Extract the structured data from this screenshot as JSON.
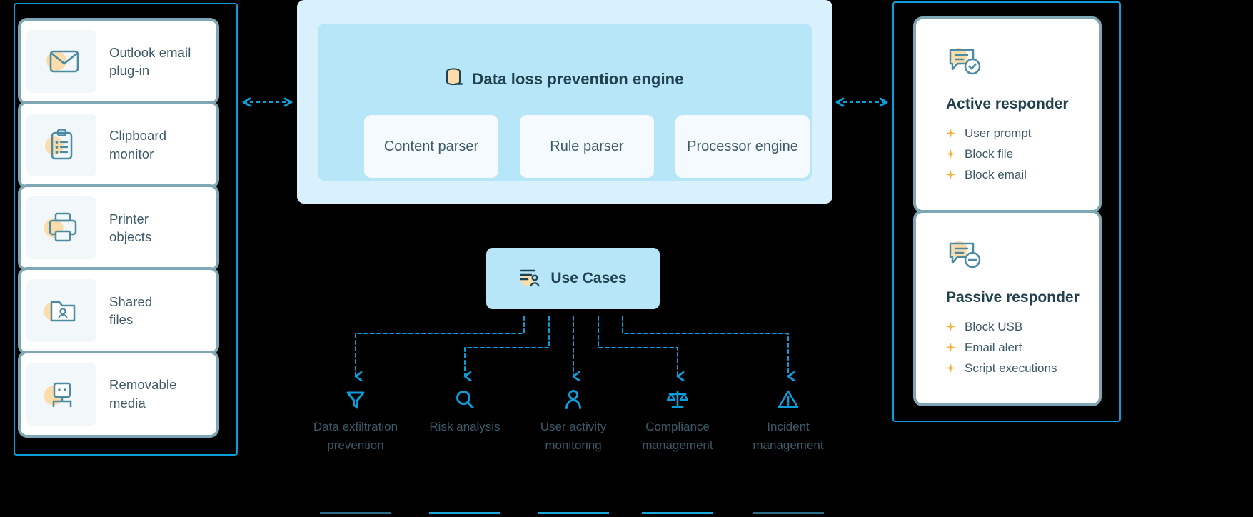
{
  "colors": {
    "accent_blue": "#0d9ddb",
    "panel_light": "#d9f1fc",
    "panel_mid": "#b6e6f8",
    "card_white": "#ffffff",
    "card_shadow": "#7fa7b3",
    "text_dark": "#21414f",
    "text_body": "#3e5a68",
    "icon_teal": "#4b8ba3",
    "icon_peach": "#fcdcaa",
    "star_amber": "#f5b335"
  },
  "left_panel": {
    "name": "data-sources",
    "items": [
      {
        "label": "Outlook email\nplug-in",
        "icon": "envelope-icon"
      },
      {
        "label": "Clipboard\nmonitor",
        "icon": "clipboard-icon"
      },
      {
        "label": "Printer\nobjects",
        "icon": "printer-icon"
      },
      {
        "label": "Shared\nfiles",
        "icon": "shared-folder-icon"
      },
      {
        "label": "Removable\nmedia",
        "icon": "usb-drive-icon"
      }
    ]
  },
  "engine": {
    "title": "Data loss prevention engine",
    "icon": "database-icon",
    "parsers": [
      {
        "label": "Content parser"
      },
      {
        "label": "Rule parser"
      },
      {
        "label": "Processor engine"
      }
    ]
  },
  "use_cases": {
    "title": "Use Cases",
    "icon": "user-list-icon",
    "items": [
      {
        "label": "Data exfiltration\nprevention",
        "icon": "funnel-icon",
        "bar": "plain"
      },
      {
        "label": "Risk analysis",
        "icon": "magnifier-icon",
        "bar": "accent"
      },
      {
        "label": "User activity\nmonitoring",
        "icon": "person-icon",
        "bar": "accent"
      },
      {
        "label": "Compliance\nmanagement",
        "icon": "scales-icon",
        "bar": "accent"
      },
      {
        "label": "Incident\nmanagement",
        "icon": "warning-triangle-icon",
        "bar": "plain"
      }
    ]
  },
  "right_panel": {
    "name": "responders",
    "cards": [
      {
        "title": "Active responder",
        "icon": "chat-check-icon",
        "items": [
          "User prompt",
          "Block file",
          "Block email"
        ]
      },
      {
        "title": "Passive responder",
        "icon": "chat-minus-icon",
        "items": [
          "Block USB",
          "Email alert",
          "Script executions"
        ]
      }
    ]
  }
}
